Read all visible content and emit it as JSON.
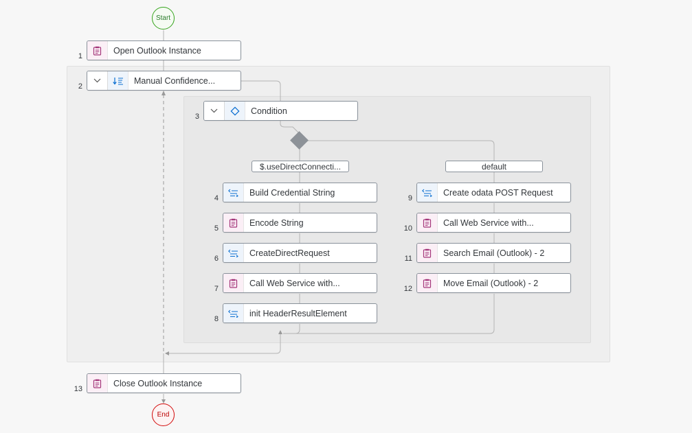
{
  "colors": {
    "start_border": "#36a41d",
    "end_border": "#d20a0a",
    "activity_icon": "#a4367a",
    "script_icon": "#0a6ed1",
    "connector": "#b3b3b3",
    "gateway": "#8d9298"
  },
  "start": {
    "label": "Start"
  },
  "end": {
    "label": "End"
  },
  "steps": {
    "s1": {
      "num": "1",
      "label": "Open Outlook Instance",
      "icon": "clipboard-icon"
    },
    "s2": {
      "num": "2",
      "label": "Manual Confidence...",
      "icon": "loop-sort-icon"
    },
    "s3": {
      "num": "3",
      "label": "Condition",
      "icon": "diamond-icon"
    },
    "s4": {
      "num": "4",
      "label": "Build Credential String",
      "icon": "script-icon"
    },
    "s5": {
      "num": "5",
      "label": "Encode String",
      "icon": "clipboard-icon"
    },
    "s6": {
      "num": "6",
      "label": "CreateDirectRequest",
      "icon": "script-icon"
    },
    "s7": {
      "num": "7",
      "label": "Call Web Service with...",
      "icon": "clipboard-icon"
    },
    "s8": {
      "num": "8",
      "label": "init HeaderResultElement",
      "icon": "script-icon"
    },
    "s9": {
      "num": "9",
      "label": "Create odata POST Request",
      "icon": "script-icon"
    },
    "s10": {
      "num": "10",
      "label": "Call Web Service with...",
      "icon": "clipboard-icon"
    },
    "s11": {
      "num": "11",
      "label": "Search Email (Outlook) - 2",
      "icon": "clipboard-icon"
    },
    "s12": {
      "num": "12",
      "label": "Move Email (Outlook) - 2",
      "icon": "clipboard-icon"
    },
    "s13": {
      "num": "13",
      "label": "Close Outlook Instance",
      "icon": "clipboard-icon"
    }
  },
  "branches": {
    "left": "$.useDirectConnecti...",
    "right": "default"
  }
}
